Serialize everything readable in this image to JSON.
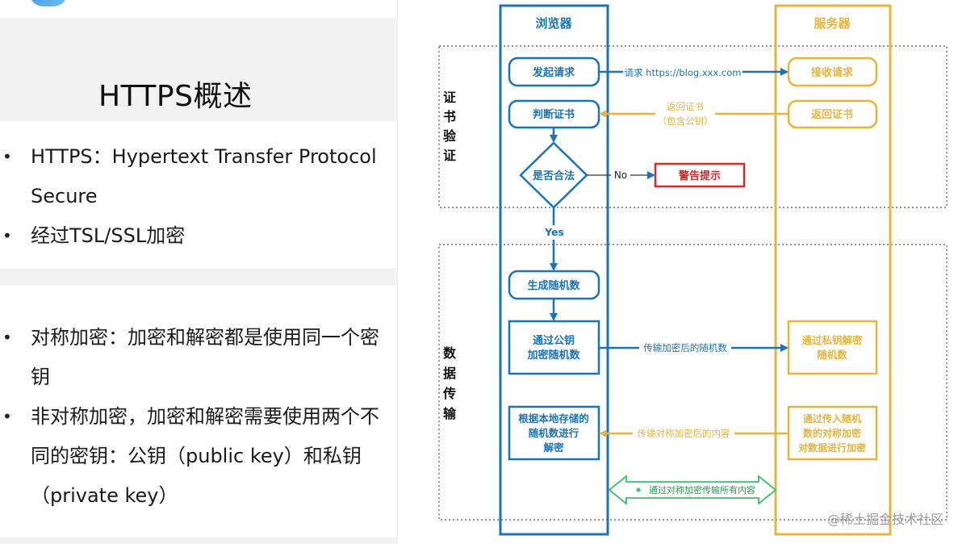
{
  "slide": {
    "title": "HTTPS概述",
    "bullets_group_1": [
      "HTTPS：Hypertext Transfer Protocol Secure",
      "经过TSL/SSL加密"
    ],
    "bullets_group_2": [
      "对称加密：加密和解密都是使用同一个密钥",
      "非对称加密，加密和解密需要使用两个不同的密钥：公钥（public key）和私钥（private key）"
    ]
  },
  "diagram": {
    "lanes": {
      "browser": "浏览器",
      "server": "服务器"
    },
    "sections": {
      "cert": "证书验证",
      "data": "数据传输"
    },
    "browser_steps": {
      "send_request": "发起请求",
      "check_cert": "判断证书",
      "decision": "是否合法",
      "gen_random": "生成随机数",
      "encrypt_random": [
        "通过公钥",
        "加密随机数"
      ],
      "decrypt": [
        "根据本地存储的",
        "随机数进行",
        "解密"
      ]
    },
    "server_steps": {
      "receive_request": "接收请求",
      "return_cert": "返回证书",
      "decrypt_random": [
        "通过私钥解密",
        "随机数"
      ],
      "encrypt_data": [
        "通过传入随机",
        "数的对称加密",
        "对数据进行加密"
      ]
    },
    "warning": "警告提示",
    "edge_labels": {
      "request": "请求 https://blog.xxx.com",
      "return_cert": [
        "返回证书",
        "（包含公钥）"
      ],
      "no": "No",
      "yes": "Yes",
      "send_random": "传输加密后的随机数",
      "send_content": "传输对称加密后的内容",
      "symmetric": "通过对称加密传输所有内容"
    }
  },
  "watermark": "@稀土掘金技术社区",
  "colors": {
    "browser": "#1a73b8",
    "server": "#e8b43c",
    "warning": "#d42a2a",
    "symmetric": "#3dbf6b"
  }
}
